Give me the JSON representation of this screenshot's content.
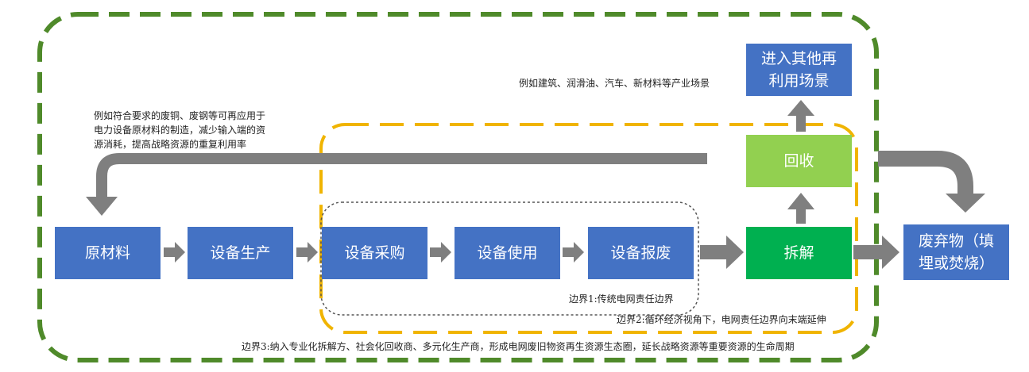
{
  "boxes": {
    "raw_material": "原材料",
    "equipment_production": "设备生产",
    "equipment_procurement": "设备采购",
    "equipment_use": "设备使用",
    "equipment_scrap": "设备报废",
    "dismantle": "拆解",
    "recycle": "回收",
    "other_reuse": "进入其他再利用场景",
    "waste": "废弃物（填埋或焚烧）"
  },
  "notes": {
    "raw_material_reuse": [
      "例如符合要求的废铜、废钢等可再应用于",
      "电力设备原材料的制造，减少输入端的资",
      "源消耗，提高战略资源的重复利用率"
    ],
    "other_scenes": "例如建筑、润滑油、汽车、新材料等产业场景"
  },
  "boundaries": {
    "boundary1": "边界1:传统电网责任边界",
    "boundary2": "边界2:循环经济视角下，电网责任边界向末端延伸",
    "boundary3": "边界3:纳入专业化拆解方、社会化回收商、多元化生产商，形成电网废旧物资再生资源生态圈，延长战略资源等重要资源的生命周期"
  },
  "colors": {
    "box_blue": "#4472c4",
    "box_light_green": "#92d050",
    "box_dark_green": "#00b050",
    "arrow_gray": "#7f7f7f",
    "boundary1": "#555555",
    "boundary2": "#f0b400",
    "boundary3": "#4f8a2a"
  }
}
